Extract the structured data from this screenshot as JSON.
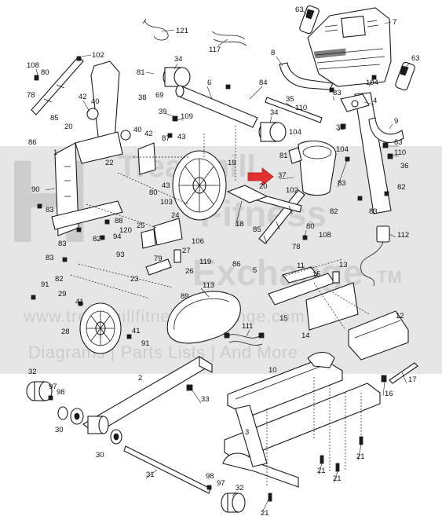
{
  "watermark": {
    "line1": "Treadmill",
    "line2": "Fitness",
    "line3": "Exchange",
    "tm": "TM",
    "url": "www.treadmillfitnessexchange.com",
    "tagline": "Diagrams | Parts Lists | And More"
  },
  "callouts": {
    "c121": "121",
    "c117": "117",
    "c63a": "63",
    "c7": "7",
    "c63b": "63",
    "c108": "108",
    "c102": "102",
    "c34a": "34",
    "c81a": "81",
    "c8": "8",
    "c80a": "80",
    "c78a": "78",
    "c6": "6",
    "c84": "84",
    "c104a": "104",
    "c42": "42",
    "c40a": "40",
    "c38": "38",
    "c69": "69",
    "c35": "35",
    "c83a": "83",
    "c110a": "110",
    "c4": "4",
    "c85a": "85",
    "c20a": "20",
    "c39": "39",
    "c109": "109",
    "c9": "9",
    "c40b": "40",
    "c34b": "34",
    "c36a": "36",
    "c86a": "86",
    "c42b": "42",
    "c87": "87",
    "c43a": "43",
    "c104b": "104",
    "c83b": "83",
    "c1": "1",
    "c110b": "110",
    "c22": "22",
    "c81b": "81",
    "c104c": "104",
    "c19": "19",
    "c36b": "36",
    "c37": "37",
    "c20b": "20",
    "c83c": "83",
    "c90": "90",
    "c43b": "43",
    "c102b": "102",
    "c82a": "82",
    "c80b": "80",
    "c103": "103",
    "c83d": "83",
    "c82b": "82",
    "c83e": "83",
    "c88": "88",
    "c120": "120",
    "c24": "24",
    "c18": "18",
    "c112": "112",
    "c25": "25",
    "c85b": "85",
    "c80c": "80",
    "c94": "94",
    "c82c": "82",
    "c108b": "108",
    "c83f": "83",
    "c78b": "78",
    "c106": "106",
    "c93": "93",
    "c27": "27",
    "c119": "119",
    "c86b": "86",
    "c83g": "83",
    "c79": "79",
    "c82d": "82",
    "c26": "26",
    "c11": "11",
    "c23": "23",
    "c5": "5",
    "c13": "13",
    "c89": "89",
    "c113": "113",
    "c15a": "15",
    "c91a": "91",
    "c29": "29",
    "c41a": "41",
    "c12": "12",
    "c28": "28",
    "c15b": "15",
    "c111": "111",
    "c14": "14",
    "c41b": "41",
    "c91b": "91",
    "c32a": "32",
    "c10": "10",
    "c17": "17",
    "c97a": "97",
    "c2": "2",
    "c98a": "98",
    "c16": "16",
    "c33": "33",
    "c30a": "30",
    "c3": "3",
    "c30b": "30",
    "c21a": "21",
    "c21b": "21",
    "c31": "31",
    "c21c": "21",
    "c98b": "98",
    "c97b": "97",
    "c32b": "32",
    "c21d": "21"
  },
  "colors": {
    "line": "#1a1a1a",
    "arrow": "#e03030",
    "watermark": "#c8c8c8"
  }
}
